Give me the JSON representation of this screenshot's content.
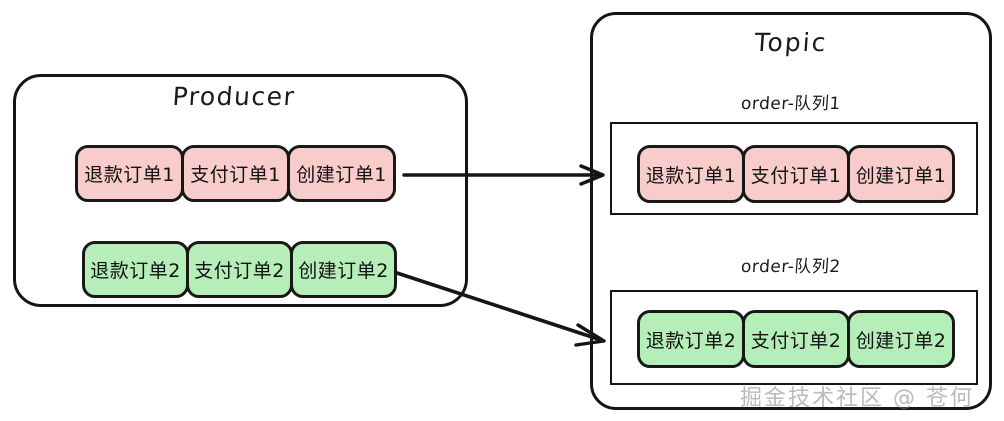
{
  "diagram": {
    "title_producer": "Producer",
    "title_topic": "Topic",
    "watermark": "掘金技术社区 @ 苍何",
    "colors": {
      "pink": "#f9cccc",
      "green": "#b6eeb9",
      "stroke": "#151515",
      "background": "#ffffff",
      "watermark": "#828282"
    }
  },
  "producer": {
    "label": "Producer",
    "rows": [
      {
        "name": "order-group-1",
        "color": "pink",
        "messages": [
          "退款订单1",
          "支付订单1",
          "创建订单1"
        ]
      },
      {
        "name": "order-group-2",
        "color": "green",
        "messages": [
          "退款订单2",
          "支付订单2",
          "创建订单2"
        ]
      }
    ]
  },
  "topic": {
    "label": "Topic",
    "queues": [
      {
        "label": "order-队列1",
        "color": "pink",
        "messages": [
          "退款订单1",
          "支付订单1",
          "创建订单1"
        ]
      },
      {
        "label": "order-队列2",
        "color": "green",
        "messages": [
          "退款订单2",
          "支付订单2",
          "创建订单2"
        ]
      }
    ]
  },
  "arrows": [
    {
      "name": "arrow-producer-row1-to-queue1",
      "from": "producer row 1",
      "to": "order-队列1"
    },
    {
      "name": "arrow-producer-row2-to-queue2",
      "from": "producer row 2",
      "to": "order-队列2"
    }
  ]
}
